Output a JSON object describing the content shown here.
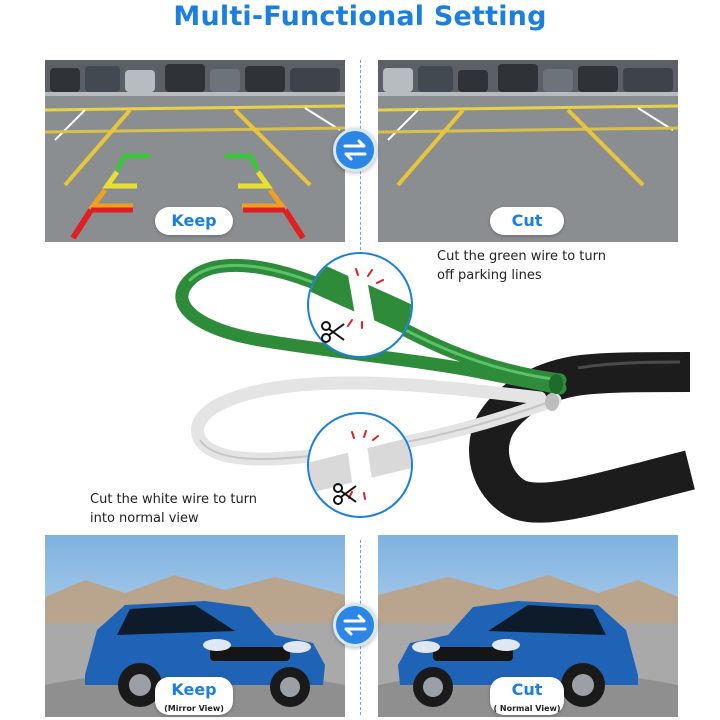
{
  "header": {
    "title": "Multi-Functional Setting"
  },
  "parking_panels": {
    "left": {
      "label": "Keep"
    },
    "right": {
      "label": "Cut"
    }
  },
  "green_wire": {
    "caption_line1": "Cut the green wire to turn",
    "caption_line2": "off parking lines"
  },
  "white_wire": {
    "caption_line1": "Cut the white wire to turn",
    "caption_line2": "into normal view"
  },
  "car_panels": {
    "left": {
      "label": "Keep",
      "sublabel": "(Mirror View)"
    },
    "right": {
      "label": "Cut",
      "sublabel": "( Normal View)"
    }
  },
  "icons": {
    "swap": "swap-arrows-icon",
    "scissors": "scissors-icon"
  },
  "colors": {
    "accent": "#1a7fe0",
    "green_wire": "#2e8b3a",
    "white_wire": "#e8e8e8",
    "black_sheath": "#1c1c1c"
  }
}
